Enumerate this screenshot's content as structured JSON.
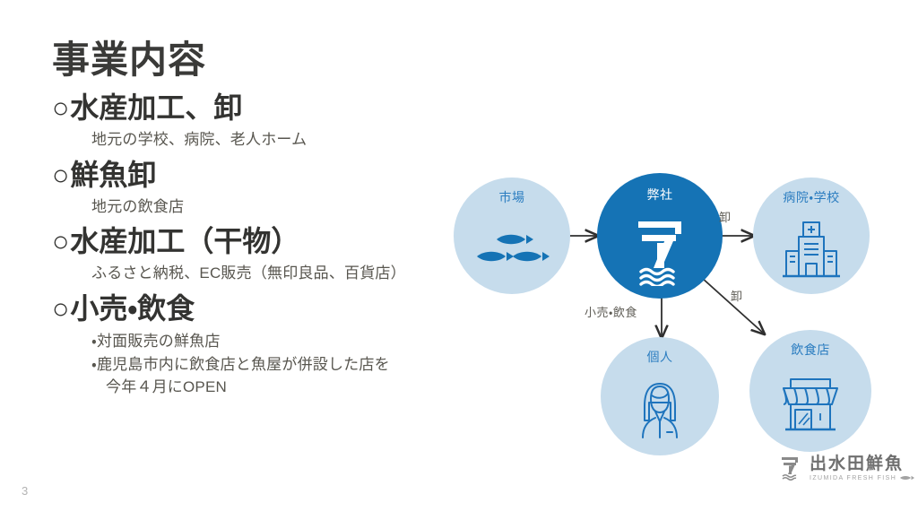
{
  "slide": {
    "title": "事業内容",
    "page_number": "3"
  },
  "sections": [
    {
      "marker": "○",
      "heading": "水産加工、卸",
      "sub": "地元の学校、病院、老人ホーム"
    },
    {
      "marker": "○",
      "heading": "鮮魚卸",
      "sub": "地元の飲食店"
    },
    {
      "marker": "○",
      "heading": "水産加工（干物）",
      "sub": "ふるさと納税、EC販売（無印良品、百貨店）"
    },
    {
      "marker": "○",
      "heading": "小売・飲食",
      "bullets": [
        "・対面販売の鮮魚店",
        "・鹿児島市内に飲食店と魚屋が併設した店を",
        "今年４月にOPEN"
      ]
    }
  ],
  "diagram": {
    "nodes": [
      {
        "id": "market",
        "label": "市場",
        "icon": "fish-icon"
      },
      {
        "id": "company",
        "label": "弊社",
        "icon": "izumida-logo-icon"
      },
      {
        "id": "hospital",
        "label": "病院・学校",
        "icon": "hospital-icon"
      },
      {
        "id": "individual",
        "label": "個人",
        "icon": "person-icon"
      },
      {
        "id": "restaurant",
        "label": "飲食店",
        "icon": "storefront-icon"
      }
    ],
    "edges": [
      {
        "from": "market",
        "to": "company",
        "label": ""
      },
      {
        "from": "company",
        "to": "hospital",
        "label": "卸"
      },
      {
        "from": "company",
        "to": "restaurant",
        "label": "卸"
      },
      {
        "from": "company",
        "to": "individual",
        "label": "小売・飲食"
      }
    ]
  },
  "footer": {
    "logo_jp": "出水田鮮魚",
    "logo_en": "IZUMIDA FRESH FISH"
  },
  "colors": {
    "brand_blue": "#1573b5",
    "light_blue": "#c6dcec",
    "label_blue": "#2b7dc0",
    "text_dark": "#333331",
    "text_sub": "#58564f"
  }
}
